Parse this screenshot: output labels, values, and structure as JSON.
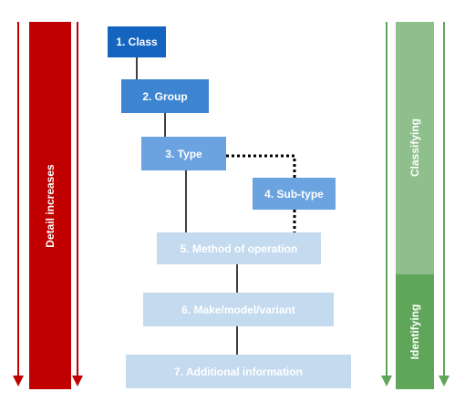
{
  "left_bar": {
    "label": "Detail increases",
    "color": "#c00000"
  },
  "right_bar": {
    "top_label": "Classifying",
    "bottom_label": "Identifying",
    "top_color": "#8fbf8c",
    "bottom_color": "#5fa55a",
    "arrow_color": "#5fa55a"
  },
  "hierarchy": [
    {
      "label": "1. Class",
      "color": "#1565c0"
    },
    {
      "label": "2. Group",
      "color": "#3d85d0"
    },
    {
      "label": "3. Type",
      "color": "#6aa3df"
    },
    {
      "label": "4. Sub-type",
      "color": "#6aa3df"
    },
    {
      "label": "5. Method of operation",
      "color": "#c4daef"
    },
    {
      "label": "6. Make/model/variant",
      "color": "#c4daef"
    },
    {
      "label": "7. Additional information",
      "color": "#c4daef"
    }
  ]
}
